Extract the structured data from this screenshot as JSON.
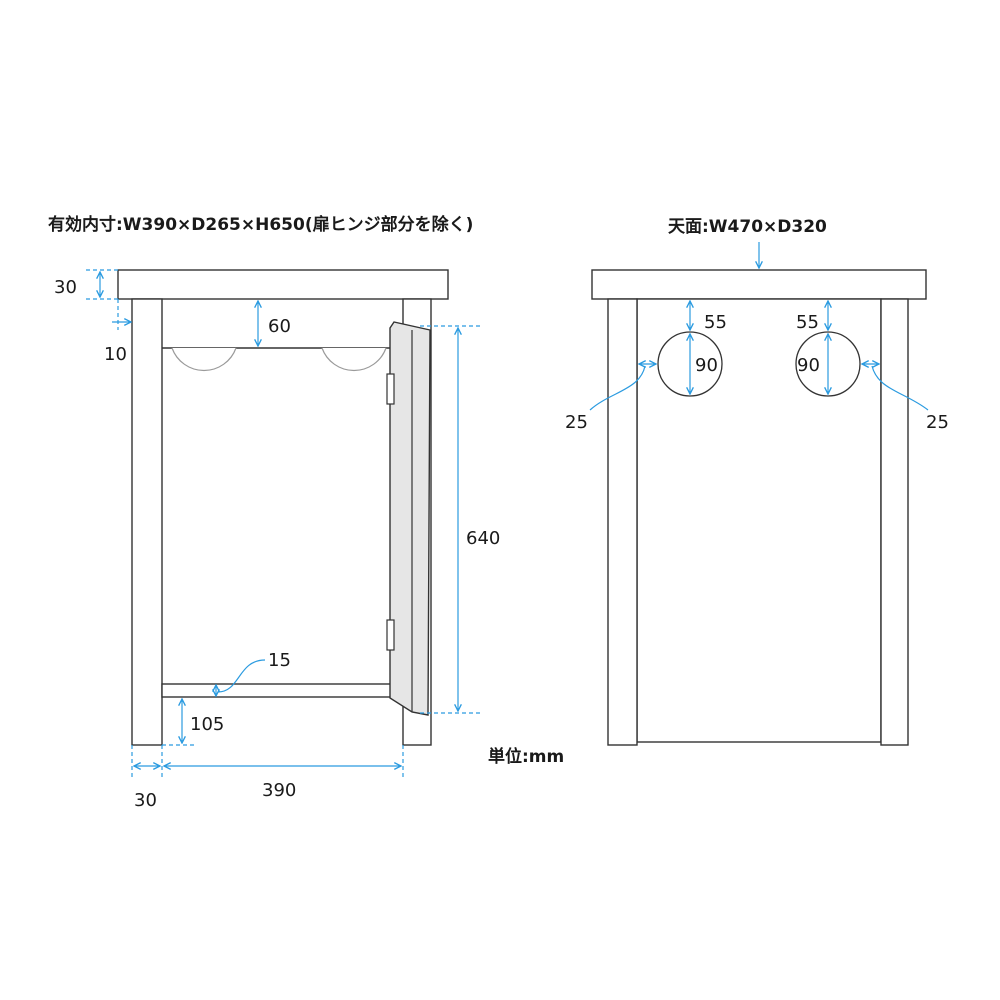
{
  "front_view": {
    "heading": "有効内寸:W390×D265×H650(扉ヒンジ部分を除く)",
    "dims": {
      "top_thickness": "30",
      "top_overhang": "10",
      "top_gap": "60",
      "door_height": "640",
      "bottom_panel": "15",
      "floor_clearance": "105",
      "leg_width": "30",
      "inner_width": "390"
    }
  },
  "side_view": {
    "heading": "天面:W470×D320",
    "dims": {
      "hole_top_left": "55",
      "hole_diameter_left": "90",
      "hole_edge_left": "25",
      "hole_top_right": "55",
      "hole_diameter_right": "90",
      "hole_edge_right": "25"
    }
  },
  "unit_note": "単位:mm",
  "colors": {
    "dimension_line": "#2b9be0",
    "outline": "#333333",
    "door_fill": "#e6e6e6"
  }
}
